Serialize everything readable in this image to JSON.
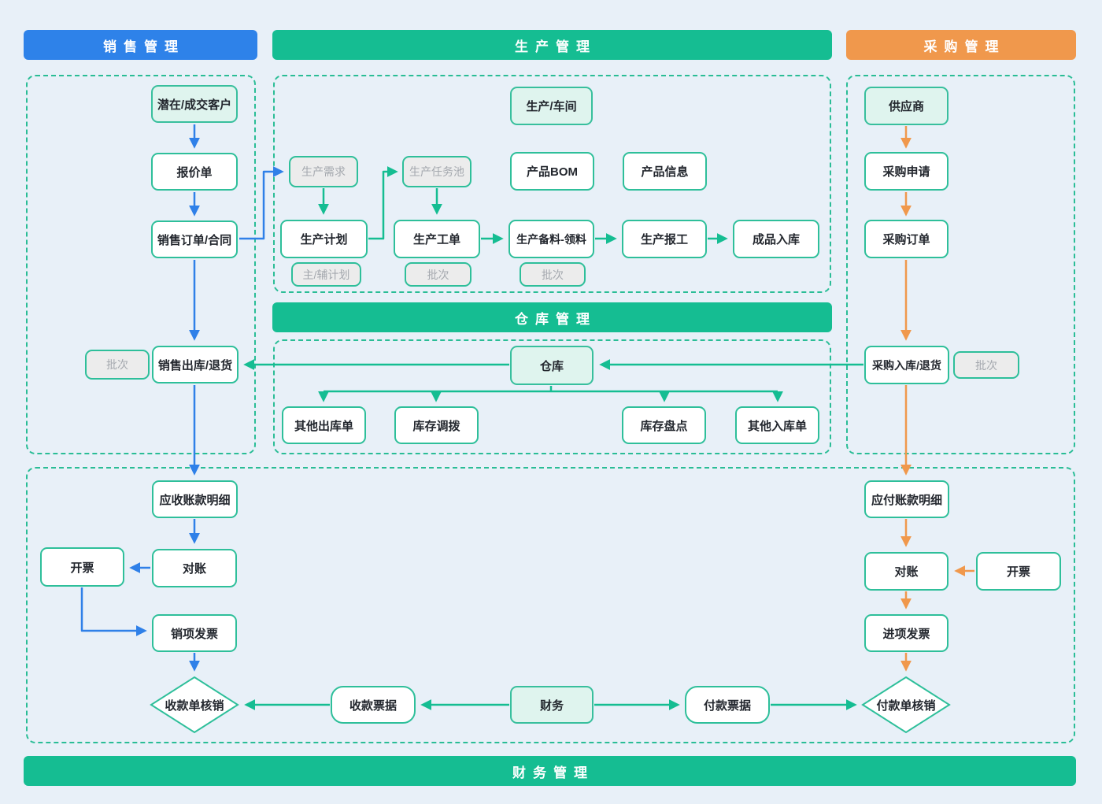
{
  "headers": {
    "sales": "销售管理",
    "production": "生产管理",
    "purchase": "采购管理",
    "warehouse": "仓库管理",
    "finance": "财务管理"
  },
  "colors": {
    "sales_header": "#2e82e9",
    "production_header": "#15bd92",
    "purchase_header": "#f0984c",
    "arrow_blue": "#2f80e8",
    "arrow_green": "#15bd92",
    "arrow_orange": "#f0984c",
    "node_border": "#2ebf9a",
    "node_highlight_fill": "#dff4ee",
    "node_gray_fill": "#ececec",
    "background": "#e8f0f8"
  },
  "nodes": {
    "potential_customer": "潜在/成交客户",
    "quotation": "报价单",
    "sales_order": "销售订单/合同",
    "batch_sales": "批次",
    "sales_outbound": "销售出库/退货",
    "workshop": "生产/车间",
    "prod_demand": "生产需求",
    "prod_task_pool": "生产任务池",
    "product_bom": "产品BOM",
    "product_info": "产品信息",
    "prod_plan": "生产计划",
    "main_aux_plan": "主/辅计划",
    "prod_workorder": "生产工单",
    "batch_workorder": "批次",
    "prod_material": "生产备料-领料",
    "batch_material": "批次",
    "prod_report": "生产报工",
    "finished_inbound": "成品入库",
    "warehouse": "仓库",
    "other_outbound": "其他出库单",
    "stock_transfer": "库存调拨",
    "stock_check": "库存盘点",
    "other_inbound": "其他入库单",
    "supplier": "供应商",
    "purchase_request": "采购申请",
    "purchase_order": "采购订单",
    "purchase_inbound": "采购入库/退货",
    "batch_purchase": "批次",
    "ar_detail": "应收账款明细",
    "reconcile_ar": "对账",
    "invoice_ar": "开票",
    "sales_invoice": "销项发票",
    "receipt_writeoff": "收款单核销",
    "receipt_bill": "收款票据",
    "finance": "财务",
    "payment_bill": "付款票据",
    "payment_writeoff": "付款单核销",
    "ap_detail": "应付账款明细",
    "reconcile_ap": "对账",
    "invoice_ap": "开票",
    "input_invoice": "进项发票"
  }
}
